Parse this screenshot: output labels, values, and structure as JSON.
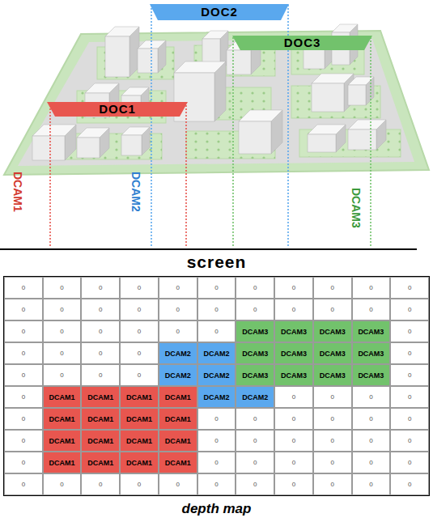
{
  "diagram": {
    "nodes": [
      {
        "text": [
          "DOC2"
        ]
      },
      {
        "text": [
          "DOC3"
        ]
      },
      {
        "text": [
          "DOC1"
        ]
      }
    ],
    "labels": [
      "DCAM1",
      "DCAM2",
      "DCAM3",
      "screen",
      "0",
      "0",
      "0",
      "0",
      "0",
      "0",
      "0",
      "0",
      "0",
      "0",
      "0",
      "0",
      "0",
      "0",
      "0",
      "0",
      "0",
      "0",
      "0",
      "0",
      "0",
      "0",
      "0",
      "0",
      "0",
      "0",
      "0",
      "0",
      "DCAM3",
      "DCAM3",
      "DCAM3",
      "DCAM3",
      "0",
      "0",
      "0",
      "0",
      "0",
      "DCAM2",
      "DCAM2",
      "DCAM3",
      "DCAM3",
      "DCAM3",
      "DCAM3",
      "0",
      "0",
      "0",
      "0",
      "0",
      "DCAM2",
      "DCAM2",
      "DCAM3",
      "DCAM3",
      "DCAM3",
      "DCAM3",
      "0",
      "0",
      "DCAM1",
      "DCAM1",
      "DCAM1",
      "DCAM1",
      "DCAM2",
      "DCAM2",
      "0",
      "0",
      "0",
      "0",
      "0",
      "DCAM1",
      "DCAM1",
      "DCAM1",
      "DCAM1",
      "0",
      "0",
      "0",
      "0",
      "0",
      "0",
      "0",
      "DCAM1",
      "DCAM1",
      "DCAM1",
      "DCAM1",
      "0",
      "0",
      "0",
      "0",
      "0",
      "0",
      "0",
      "DCAM1",
      "DCAM1",
      "DCAM1",
      "DCAM1",
      "0",
      "0",
      "0",
      "0",
      "0",
      "0",
      "0",
      "0",
      "0",
      "0",
      "0",
      "0",
      "0",
      "0",
      "0",
      "0",
      "0",
      "depth map"
    ]
  }
}
